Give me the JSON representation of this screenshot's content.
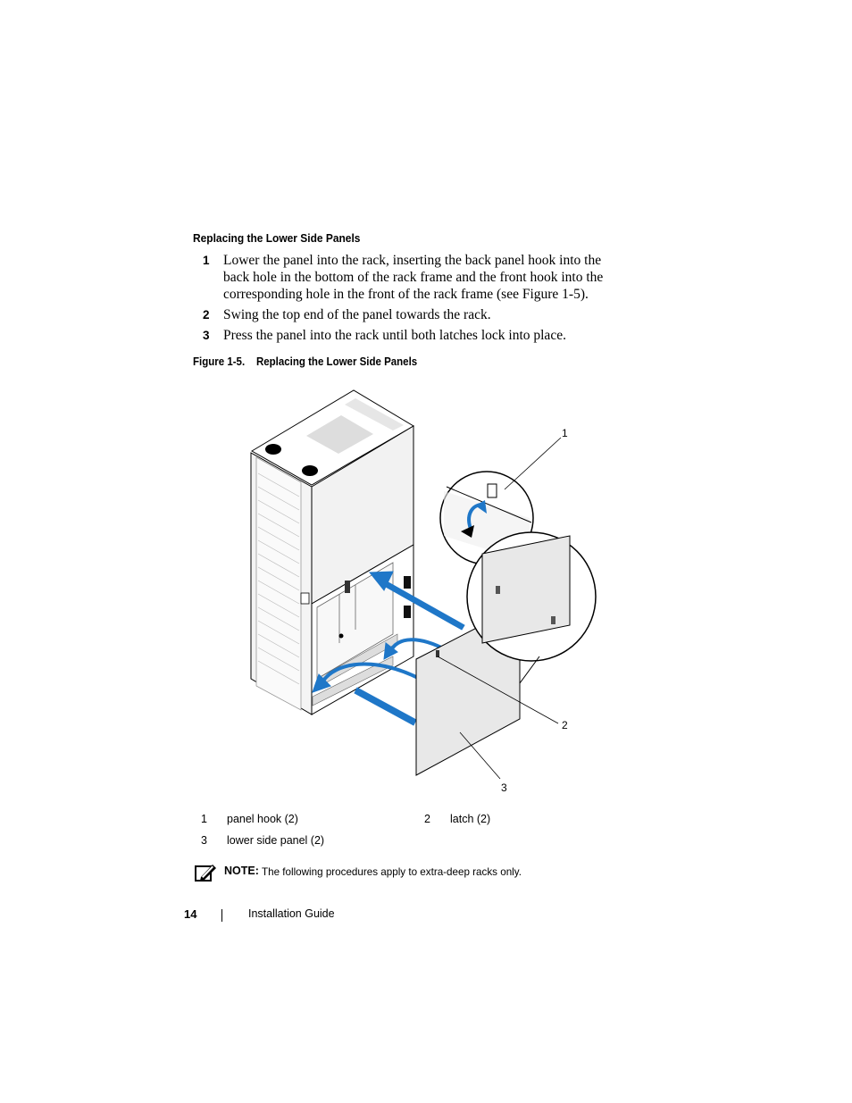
{
  "section": {
    "heading": "Replacing the Lower Side Panels"
  },
  "steps": [
    {
      "number": "1",
      "text": "Lower the panel into the rack, inserting the back panel hook into the back hole in the bottom of the rack frame and the front hook into the corresponding hole in the front of the rack frame (see Figure 1-5)."
    },
    {
      "number": "2",
      "text": "Swing the top end of the panel towards the rack."
    },
    {
      "number": "3",
      "text": "Press the panel into the rack until both latches lock into place."
    }
  ],
  "figure": {
    "caption_number": "Figure 1-5.",
    "caption_title": "Replacing the Lower Side Panels",
    "callouts": [
      "1",
      "2",
      "3"
    ]
  },
  "legend": [
    {
      "number": "1",
      "label": "panel hook (2)"
    },
    {
      "number": "2",
      "label": "latch (2)"
    },
    {
      "number": "3",
      "label": "lower side panel (2)"
    }
  ],
  "note": {
    "icon": "note-pencil-icon",
    "label": "NOTE:",
    "text": "The following procedures apply to extra-deep racks only."
  },
  "footer": {
    "page_number": "14",
    "doc_title": "Installation Guide"
  },
  "colors": {
    "arrow_blue": "#1f77c8",
    "text": "#000000"
  }
}
